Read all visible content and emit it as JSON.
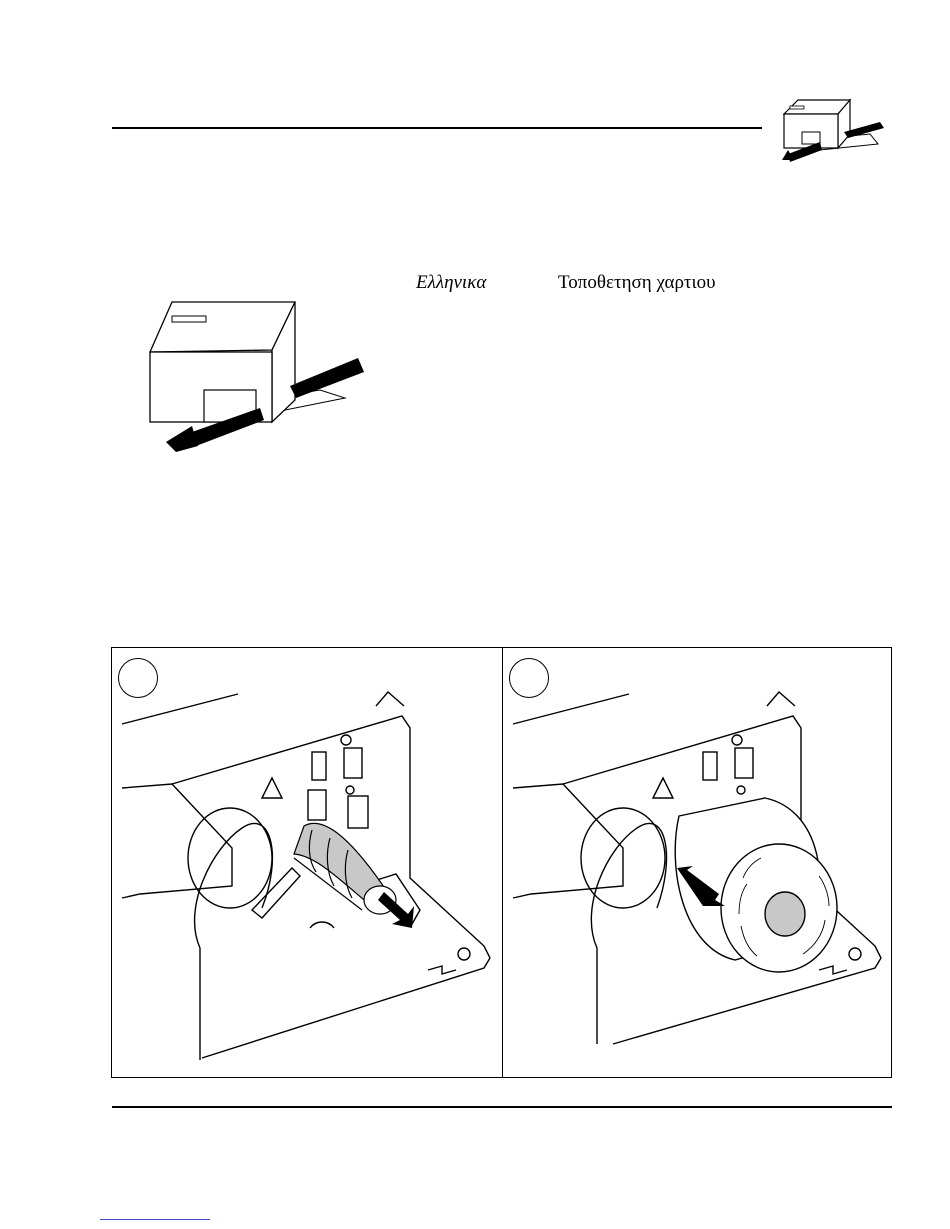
{
  "header": {
    "language": "Ελληνικα",
    "section_title": "Τοποθετηση χαρτιου",
    "corner_icon": "printer-with-arrow-icon"
  },
  "intro_illustration": {
    "icon": "printer-paper-feed-icon"
  },
  "figure": {
    "panels": [
      {
        "step": "",
        "icon": "remove-core-from-spindle-illustration"
      },
      {
        "step": "",
        "icon": "insert-paper-roll-illustration"
      }
    ]
  },
  "colors": {
    "ink": "#000000",
    "roll_shade": "#c8c8c8",
    "footer_link": "#3b4ec7"
  }
}
